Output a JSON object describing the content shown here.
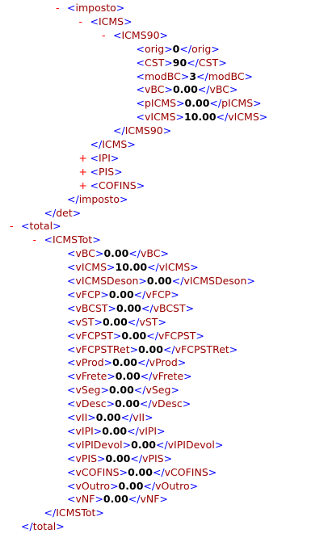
{
  "lines": [
    {
      "indent": 2,
      "toggle": "-",
      "kind": "open",
      "tag": "imposto"
    },
    {
      "indent": 3,
      "toggle": "-",
      "kind": "open",
      "tag": "ICMS"
    },
    {
      "indent": 4,
      "toggle": "-",
      "kind": "open",
      "tag": "ICMS90"
    },
    {
      "indent": 5,
      "toggle": "",
      "kind": "leaf",
      "tag": "orig",
      "value": "0"
    },
    {
      "indent": 5,
      "toggle": "",
      "kind": "leaf",
      "tag": "CST",
      "value": "90"
    },
    {
      "indent": 5,
      "toggle": "",
      "kind": "leaf",
      "tag": "modBC",
      "value": "3"
    },
    {
      "indent": 5,
      "toggle": "",
      "kind": "leaf",
      "tag": "vBC",
      "value": "0.00"
    },
    {
      "indent": 5,
      "toggle": "",
      "kind": "leaf",
      "tag": "pICMS",
      "value": "0.00"
    },
    {
      "indent": 5,
      "toggle": "",
      "kind": "leaf",
      "tag": "vICMS",
      "value": "10.00"
    },
    {
      "indent": 4,
      "toggle": "",
      "kind": "close",
      "tag": "ICMS90"
    },
    {
      "indent": 3,
      "toggle": "",
      "kind": "close",
      "tag": "ICMS"
    },
    {
      "indent": 3,
      "toggle": "+",
      "kind": "open",
      "tag": "IPI"
    },
    {
      "indent": 3,
      "toggle": "+",
      "kind": "open",
      "tag": "PIS"
    },
    {
      "indent": 3,
      "toggle": "+",
      "kind": "open",
      "tag": "COFINS"
    },
    {
      "indent": 2,
      "toggle": "",
      "kind": "close",
      "tag": "imposto"
    },
    {
      "indent": 1,
      "toggle": "",
      "kind": "close",
      "tag": "det"
    },
    {
      "indent": 0,
      "toggle": "-",
      "kind": "open",
      "tag": "total"
    },
    {
      "indent": 1,
      "toggle": "-",
      "kind": "open",
      "tag": "ICMSTot"
    },
    {
      "indent": 2,
      "toggle": "",
      "kind": "leaf",
      "tag": "vBC",
      "value": "0.00"
    },
    {
      "indent": 2,
      "toggle": "",
      "kind": "leaf",
      "tag": "vICMS",
      "value": "10.00"
    },
    {
      "indent": 2,
      "toggle": "",
      "kind": "leaf",
      "tag": "vICMSDeson",
      "value": "0.00"
    },
    {
      "indent": 2,
      "toggle": "",
      "kind": "leaf",
      "tag": "vFCP",
      "value": "0.00"
    },
    {
      "indent": 2,
      "toggle": "",
      "kind": "leaf",
      "tag": "vBCST",
      "value": "0.00"
    },
    {
      "indent": 2,
      "toggle": "",
      "kind": "leaf",
      "tag": "vST",
      "value": "0.00"
    },
    {
      "indent": 2,
      "toggle": "",
      "kind": "leaf",
      "tag": "vFCPST",
      "value": "0.00"
    },
    {
      "indent": 2,
      "toggle": "",
      "kind": "leaf",
      "tag": "vFCPSTRet",
      "value": "0.00"
    },
    {
      "indent": 2,
      "toggle": "",
      "kind": "leaf",
      "tag": "vProd",
      "value": "0.00"
    },
    {
      "indent": 2,
      "toggle": "",
      "kind": "leaf",
      "tag": "vFrete",
      "value": "0.00"
    },
    {
      "indent": 2,
      "toggle": "",
      "kind": "leaf",
      "tag": "vSeg",
      "value": "0.00"
    },
    {
      "indent": 2,
      "toggle": "",
      "kind": "leaf",
      "tag": "vDesc",
      "value": "0.00"
    },
    {
      "indent": 2,
      "toggle": "",
      "kind": "leaf",
      "tag": "vII",
      "value": "0.00"
    },
    {
      "indent": 2,
      "toggle": "",
      "kind": "leaf",
      "tag": "vIPI",
      "value": "0.00"
    },
    {
      "indent": 2,
      "toggle": "",
      "kind": "leaf",
      "tag": "vIPIDevol",
      "value": "0.00"
    },
    {
      "indent": 2,
      "toggle": "",
      "kind": "leaf",
      "tag": "vPIS",
      "value": "0.00"
    },
    {
      "indent": 2,
      "toggle": "",
      "kind": "leaf",
      "tag": "vCOFINS",
      "value": "0.00"
    },
    {
      "indent": 2,
      "toggle": "",
      "kind": "leaf",
      "tag": "vOutro",
      "value": "0.00"
    },
    {
      "indent": 2,
      "toggle": "",
      "kind": "leaf",
      "tag": "vNF",
      "value": "0.00"
    },
    {
      "indent": 1,
      "toggle": "",
      "kind": "close",
      "tag": "ICMSTot"
    },
    {
      "indent": 0,
      "toggle": "",
      "kind": "close",
      "tag": "total"
    }
  ],
  "colors": {
    "tag": "#990000",
    "bracket": "#0000ff",
    "toggle": "#ff0000",
    "value": "#000000"
  }
}
